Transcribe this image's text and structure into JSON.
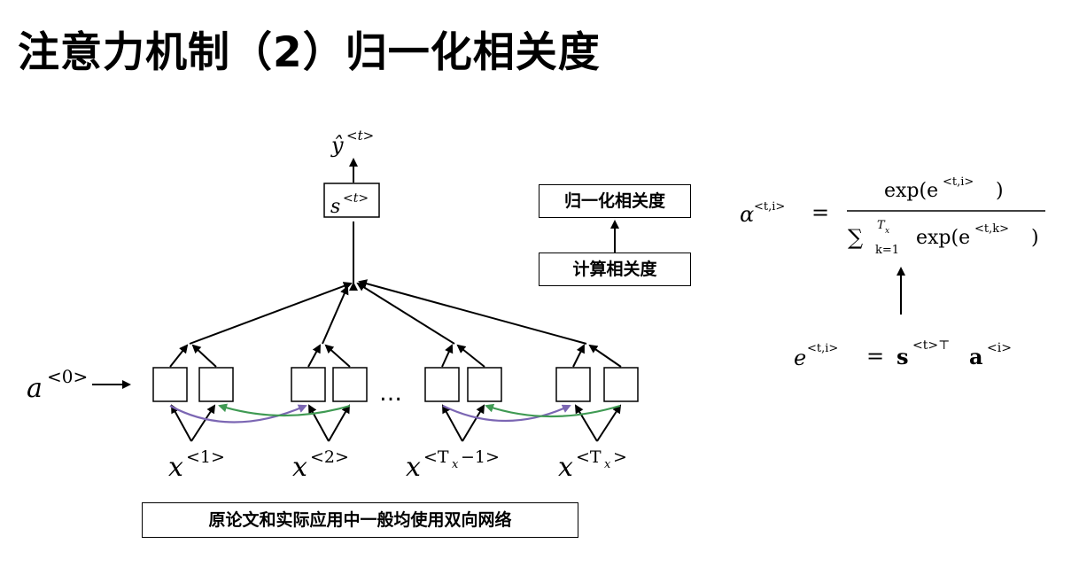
{
  "slide": {
    "title": "注意力机制（2）归一化相关度"
  },
  "flow": {
    "top_box": "归一化相关度",
    "bottom_box": "计算相关度"
  },
  "note": {
    "text": "原论文和实际应用中一般均使用双向网络"
  },
  "network": {
    "output_label": "ŷ",
    "output_sup": "<t>",
    "state_label": "s",
    "state_sup": "<t>",
    "a0_label": "a",
    "a0_sup": "<0>",
    "ellipsis": "…",
    "inputs": [
      {
        "base": "x",
        "sup": "<1>"
      },
      {
        "base": "x",
        "sup": "<2>"
      },
      {
        "base": "x",
        "sup": "<T",
        "sub": "x",
        "tail": "−1>"
      },
      {
        "base": "x",
        "sup": "<T",
        "sub": "x",
        "tail": ">"
      }
    ],
    "colors": {
      "forward_arrow": "#7b66b3",
      "backward_arrow": "#3f9a53",
      "line": "#000000"
    }
  },
  "formulas": {
    "alpha_lhs": "α",
    "alpha_sup": "<t,i>",
    "equals": "=",
    "numerator": "exp(e",
    "numerator_sup": "<t,i>",
    "numerator_close": ")",
    "sum_symbol": "∑",
    "sum_upper": "T",
    "sum_upper_sub": "x",
    "sum_lower": "k=1",
    "denominator": "exp(e",
    "denominator_sup": "<t,k>",
    "denominator_close": ")",
    "e_lhs": "e",
    "e_sup": "<t,i>",
    "s_bold": "s",
    "s_sup": "<t>⊤",
    "a_bold": "a",
    "a_sup": "<i>"
  }
}
